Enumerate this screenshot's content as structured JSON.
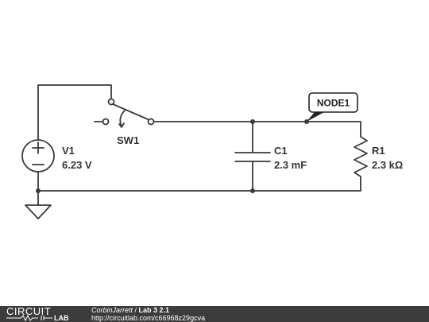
{
  "components": {
    "source": {
      "name": "V1",
      "value": "6.23 V"
    },
    "switch": {
      "name": "SW1"
    },
    "capacitor": {
      "name": "C1",
      "value": "2.3 mF"
    },
    "resistor": {
      "name": "R1",
      "value": "2.3 kΩ"
    },
    "node_label": "NODE1"
  },
  "footer": {
    "logo_top": "CIRCUIT",
    "logo_bottom": "LAB",
    "author": "CorbinJarrett",
    "separator": " / ",
    "title": "Lab 3 2.1",
    "url": "http://circuitlab.com/c66968z29gcva"
  },
  "colors": {
    "wire": "#3a3a3a",
    "footer_bg": "#3c3c3c",
    "footer_text": "#ffffff"
  }
}
